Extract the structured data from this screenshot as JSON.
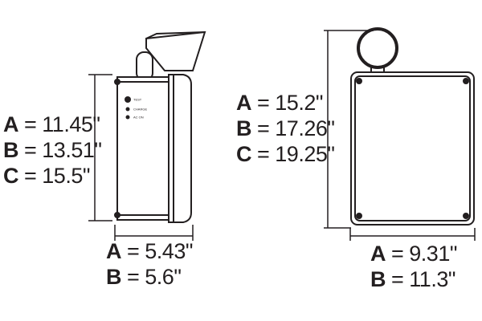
{
  "side_view": {
    "indicators": [
      "TEST",
      "CHARGE",
      "AC ON"
    ],
    "height_dims": [
      {
        "letter": "A",
        "value": "= 11.45\""
      },
      {
        "letter": "B",
        "value": "= 13.51\""
      },
      {
        "letter": "C",
        "value": "= 15.5\""
      }
    ],
    "depth_dims": [
      {
        "letter": "A",
        "value": "= 5.43\""
      },
      {
        "letter": "B",
        "value": "= 5.6\""
      }
    ]
  },
  "front_view": {
    "height_dims": [
      {
        "letter": "A",
        "value": "= 15.2\""
      },
      {
        "letter": "B",
        "value": "= 17.26\""
      },
      {
        "letter": "C",
        "value": "= 19.25\""
      }
    ],
    "width_dims": [
      {
        "letter": "A",
        "value": "= 9.31\""
      },
      {
        "letter": "B",
        "value": "= 11.3\""
      }
    ]
  },
  "colors": {
    "ink": "#231f20"
  }
}
